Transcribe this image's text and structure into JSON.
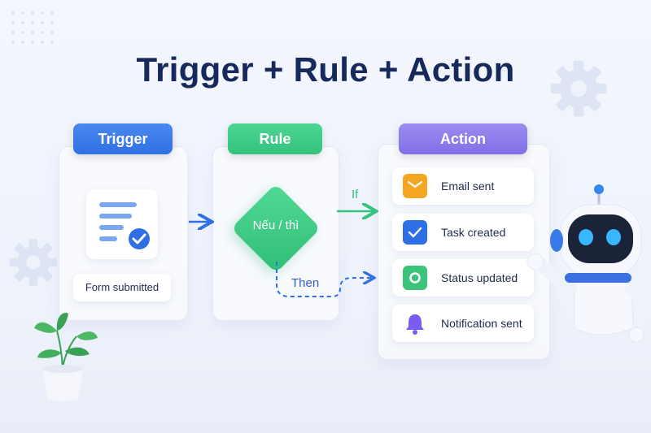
{
  "title": "Trigger + Rule + Action",
  "trigger": {
    "header": "Trigger",
    "caption": "Form submitted"
  },
  "rule": {
    "header": "Rule",
    "diamond_text": "Nếu / thì"
  },
  "edges": {
    "if_label": "If",
    "then_label": "Then"
  },
  "action": {
    "header": "Action",
    "items": [
      {
        "label": "Email sent",
        "icon": "envelope-icon",
        "color": "#f5a623"
      },
      {
        "label": "Task created",
        "icon": "checkbox-icon",
        "color": "#2f6fe6"
      },
      {
        "label": "Status updated",
        "icon": "status-icon",
        "color": "#3cc37a"
      },
      {
        "label": "Notification sent",
        "icon": "bell-icon",
        "color": "#7b5cf0"
      }
    ]
  },
  "colors": {
    "trigger": "#3a7bea",
    "rule": "#3ecc87",
    "action": "#8b79ea",
    "title": "#17285a"
  }
}
